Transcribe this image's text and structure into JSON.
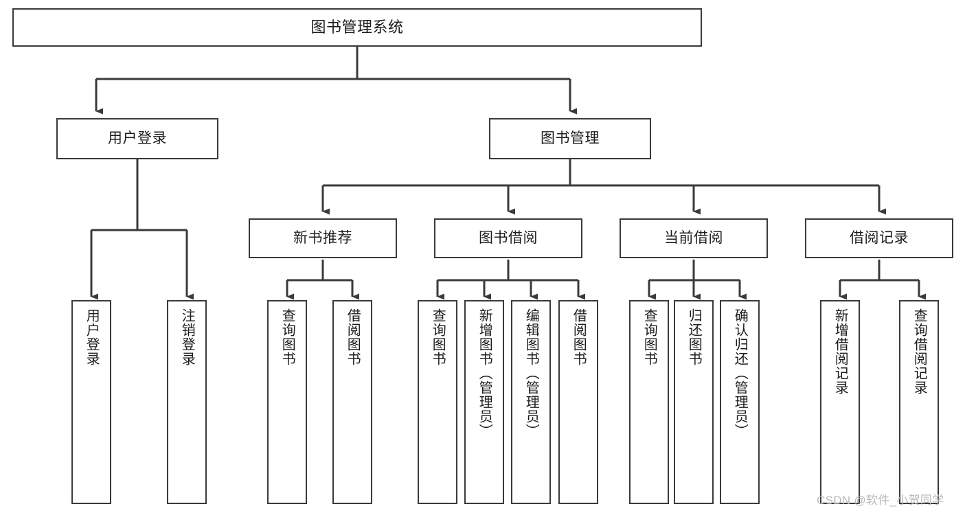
{
  "diagram": {
    "title": "图书管理系统",
    "type": "hierarchy-tree",
    "watermark": "CSDN @软件_小贺同学",
    "colors": {
      "background": "#ffffff",
      "box_fill": "#ffffff",
      "box_border": "#3a3a3a",
      "connector": "#3a3a3a",
      "text": "#1c1c1c",
      "watermark": "#b9b9b9"
    },
    "nodes": {
      "root": {
        "label": "图书管理系统"
      },
      "level2": [
        {
          "label": "用户登录"
        },
        {
          "label": "图书管理"
        }
      ],
      "level3": [
        {
          "label": "新书推荐"
        },
        {
          "label": "图书借阅"
        },
        {
          "label": "当前借阅"
        },
        {
          "label": "借阅记录"
        }
      ],
      "leaves": {
        "user_login": [
          {
            "label": "用户登录"
          },
          {
            "label": "注销登录"
          }
        ],
        "new_book_recommend": [
          {
            "label": "查询图书"
          },
          {
            "label": "借阅图书"
          }
        ],
        "book_borrow": [
          {
            "label": "查询图书"
          },
          {
            "label": "新增图书（管理员）"
          },
          {
            "label": "编辑图书（管理员）"
          },
          {
            "label": "借阅图书"
          }
        ],
        "current_borrow": [
          {
            "label": "查询图书"
          },
          {
            "label": "归还图书"
          },
          {
            "label": "确认归还（管理员）"
          }
        ],
        "borrow_record": [
          {
            "label": "新增借阅记录"
          },
          {
            "label": "查询借阅记录"
          }
        ]
      }
    }
  }
}
